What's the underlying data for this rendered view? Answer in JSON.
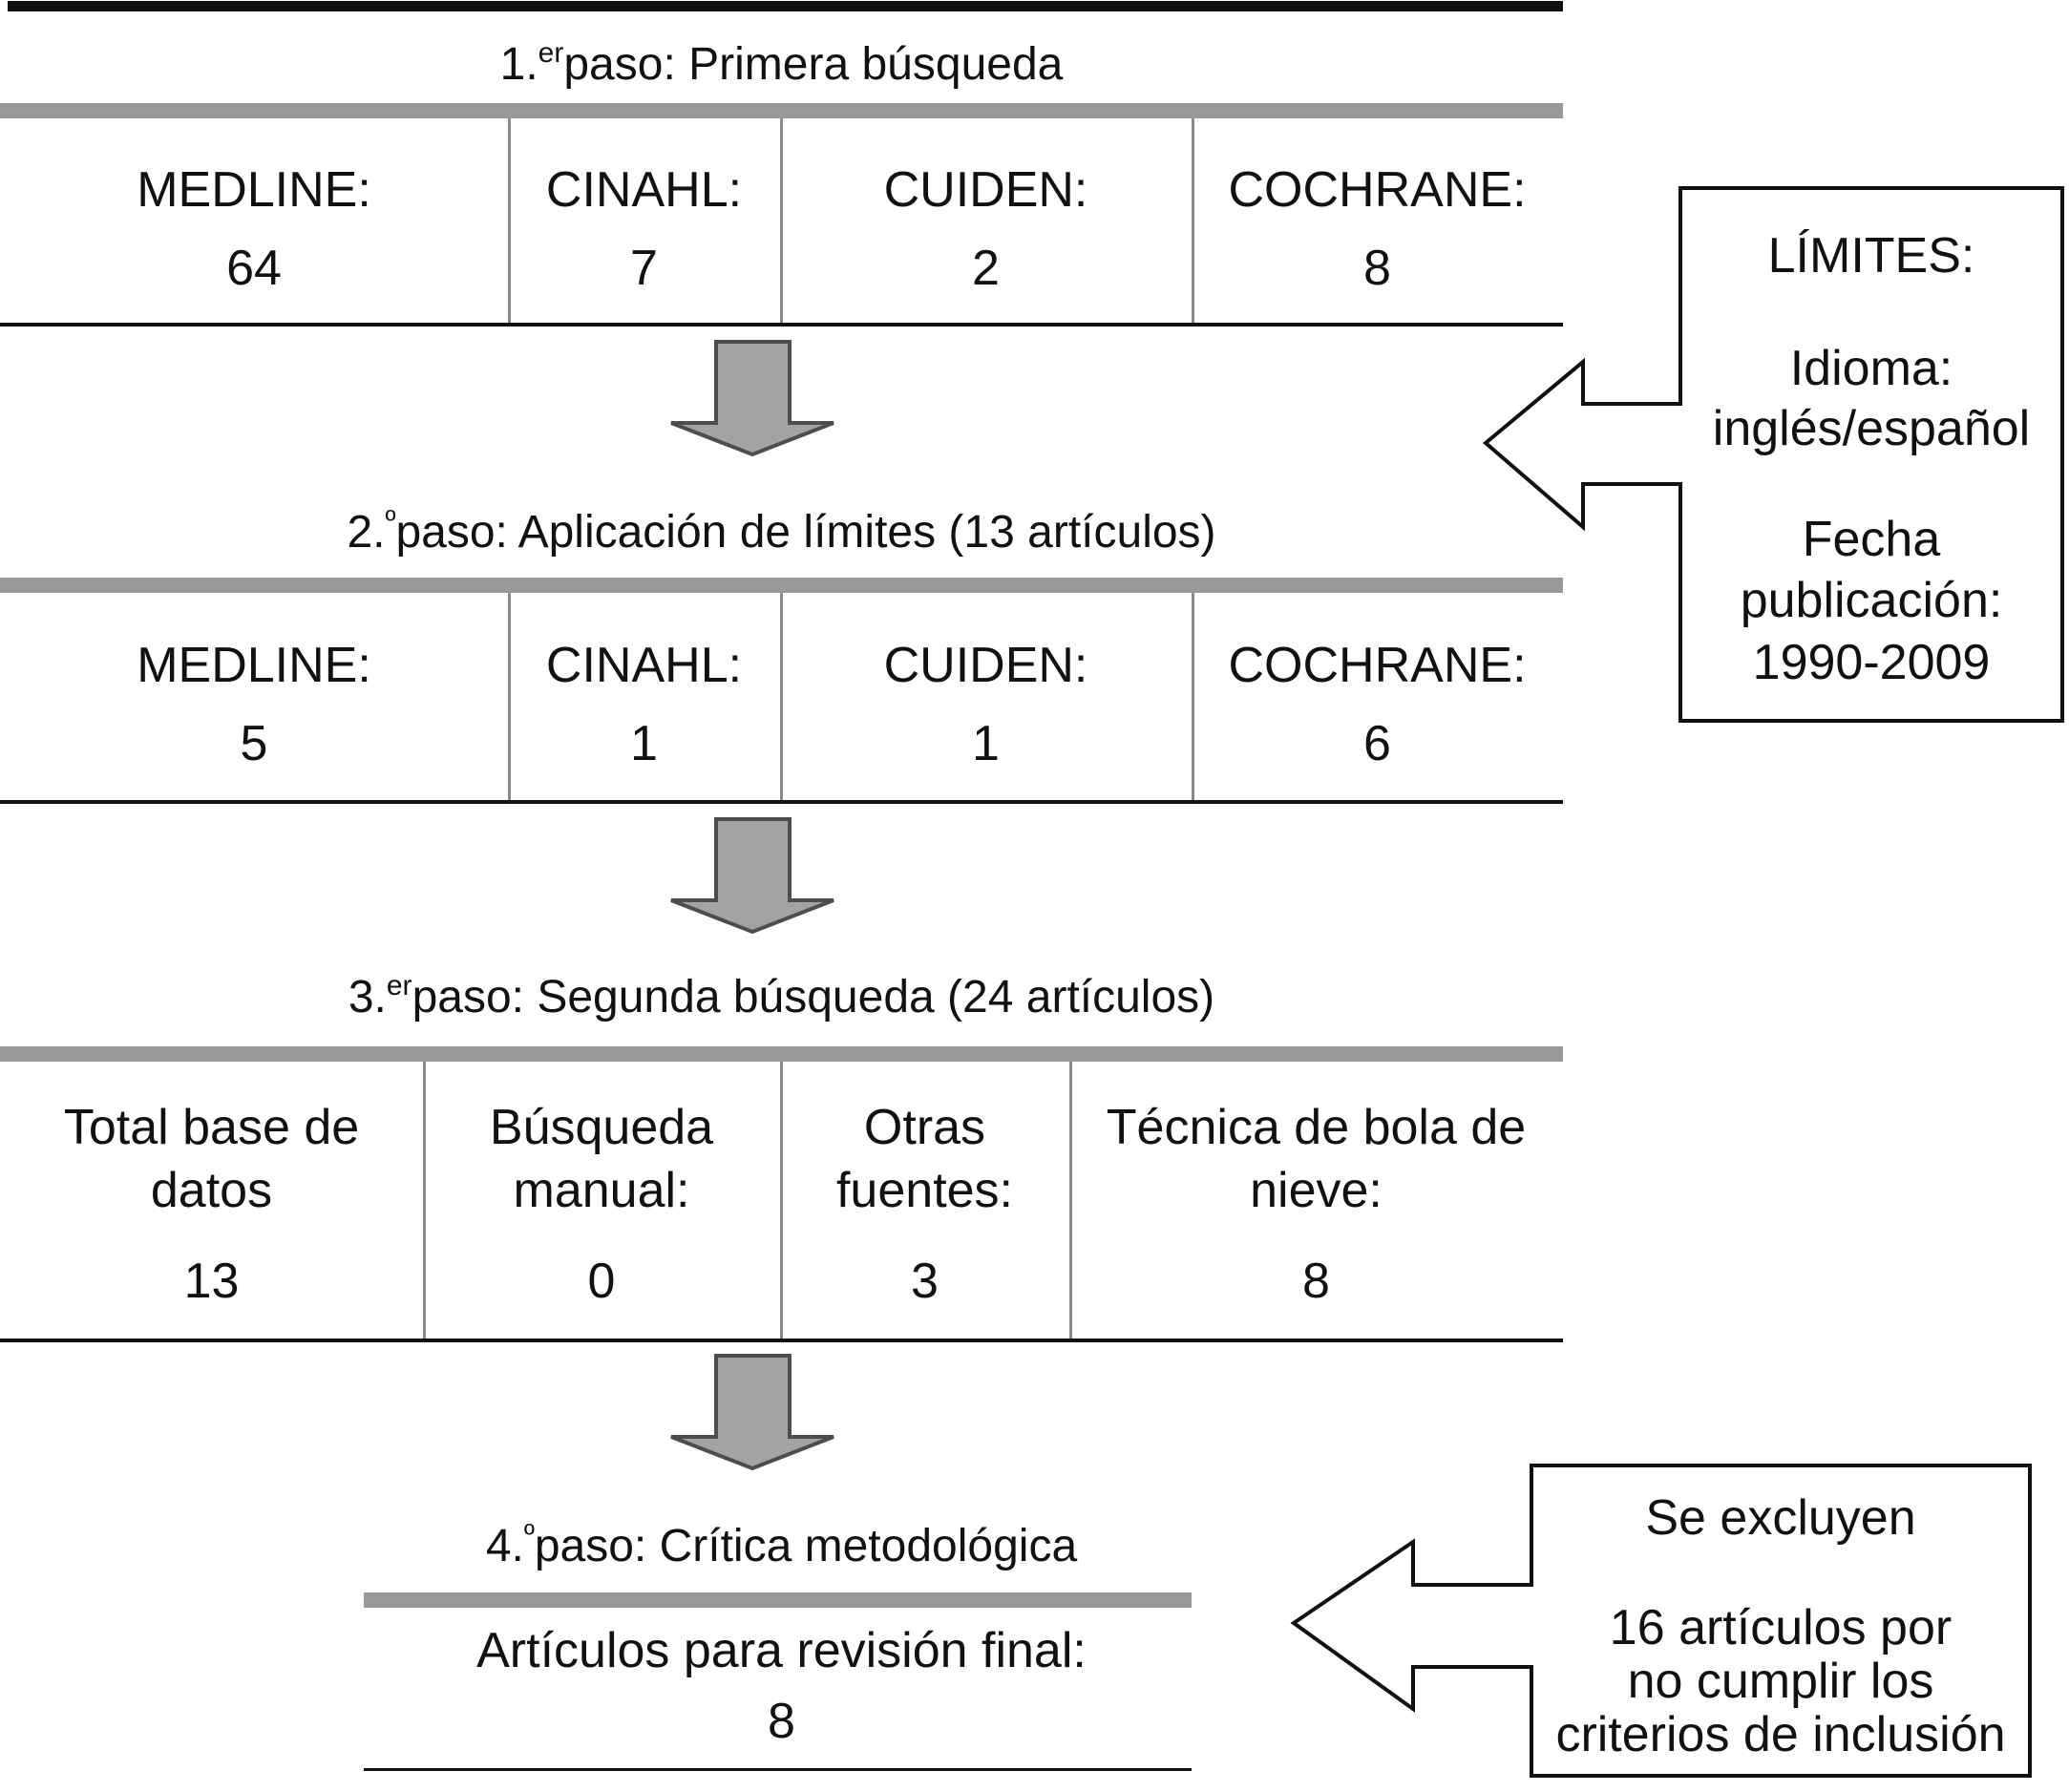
{
  "diagram": {
    "language": "es",
    "kind": "literature-search-flowchart"
  },
  "colors": {
    "text": "#111111",
    "rule_black": "#111111",
    "header_bar_gray": "#999999",
    "divider_gray": "#8a8a8a",
    "down_arrow_fill": "#a3a3a3",
    "down_arrow_stroke": "#4d4d4d",
    "box_border": "#111111",
    "box_fill": "#ffffff"
  },
  "steps": [
    {
      "num": "1.",
      "ord": "er",
      "title": "paso: Primera búsqueda",
      "cells": [
        {
          "label": "MEDLINE:",
          "value": "64"
        },
        {
          "label": "CINAHL:",
          "value": "7"
        },
        {
          "label": "CUIDEN:",
          "value": "2"
        },
        {
          "label": "COCHRANE:",
          "value": "8"
        }
      ]
    },
    {
      "num": "2.",
      "ord": "º",
      "title": "paso: Aplicación de límites (13 artículos)",
      "cells": [
        {
          "label": "MEDLINE:",
          "value": "5"
        },
        {
          "label": "CINAHL:",
          "value": "1"
        },
        {
          "label": "CUIDEN:",
          "value": "1"
        },
        {
          "label": "COCHRANE:",
          "value": "6"
        }
      ]
    },
    {
      "num": "3.",
      "ord": "er",
      "title": "paso: Segunda búsqueda (24 artículos)",
      "cells": [
        {
          "label": "Total base de\ndatos",
          "value": "13"
        },
        {
          "label": "Búsqueda\nmanual:",
          "value": "0"
        },
        {
          "label": "Otras\nfuentes:",
          "value": "3"
        },
        {
          "label": "Técnica de bola de\nnieve:",
          "value": "8"
        }
      ]
    },
    {
      "num": "4.",
      "ord": "º",
      "title": "paso: Crítica metodológica",
      "final_label": "Artículos para revisión final:",
      "final_value": "8"
    }
  ],
  "limits_box": {
    "title": "LÍMITES:",
    "idioma_label": "Idioma:",
    "idioma_value": "inglés/español",
    "fecha_label": "Fecha\npublicación:",
    "fecha_value": "1990-2009"
  },
  "exclusion_box": {
    "title": "Se excluyen",
    "body": "16 artículos por\nno cumplir los\ncriterios de inclusión"
  }
}
